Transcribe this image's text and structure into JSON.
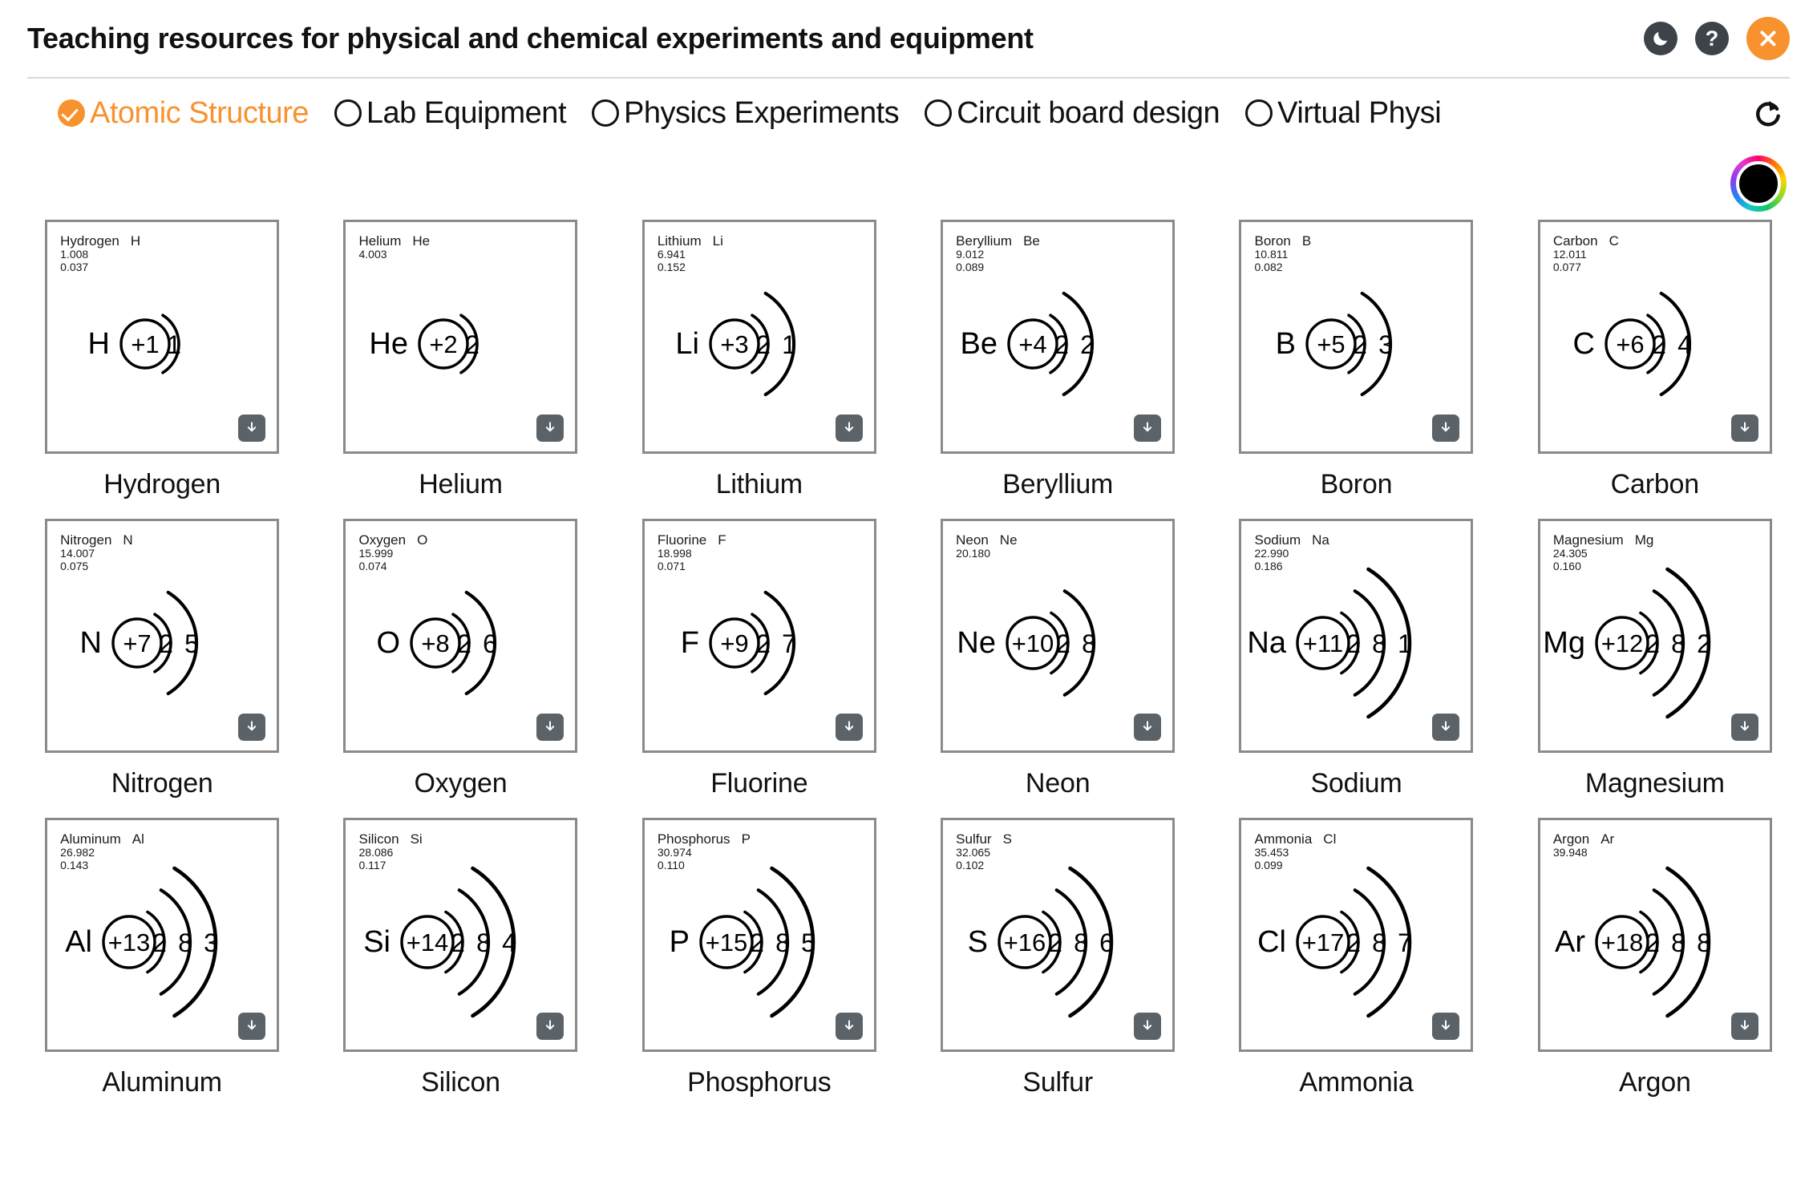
{
  "header": {
    "title": "Teaching resources for physical and chemical experiments and equipment",
    "dark_mode_icon": "moon-icon",
    "help_label": "?",
    "close_icon": "close-icon",
    "accent_color": "#f8922e",
    "icon_bg_color": "#3d4349"
  },
  "tabs": {
    "items": [
      {
        "label": "Atomic Structure",
        "selected": true
      },
      {
        "label": "Lab Equipment",
        "selected": false
      },
      {
        "label": "Physics Experiments",
        "selected": false
      },
      {
        "label": "Circuit board design",
        "selected": false
      },
      {
        "label": "Virtual Physi",
        "selected": false
      }
    ],
    "refresh_icon": "refresh-icon"
  },
  "toolbar": {
    "color_wheel_icon": "color-wheel-icon",
    "selected_color": "#000000"
  },
  "grid": {
    "download_icon": "download-icon",
    "cards": [
      {
        "name": "Hydrogen",
        "symbol": "H",
        "mass": "1.008",
        "radius": "0.037",
        "charge": "+1",
        "shells": [
          "1"
        ],
        "caption": "Hydrogen"
      },
      {
        "name": "Helium",
        "symbol": "He",
        "mass": "4.003",
        "radius": "",
        "charge": "+2",
        "shells": [
          "2"
        ],
        "caption": "Helium"
      },
      {
        "name": "Lithium",
        "symbol": "Li",
        "mass": "6.941",
        "radius": "0.152",
        "charge": "+3",
        "shells": [
          "2",
          "1"
        ],
        "caption": "Lithium"
      },
      {
        "name": "Beryllium",
        "symbol": "Be",
        "mass": "9.012",
        "radius": "0.089",
        "charge": "+4",
        "shells": [
          "2",
          "2"
        ],
        "caption": "Beryllium"
      },
      {
        "name": "Boron",
        "symbol": "B",
        "mass": "10.811",
        "radius": "0.082",
        "charge": "+5",
        "shells": [
          "2",
          "3"
        ],
        "caption": "Boron"
      },
      {
        "name": "Carbon",
        "symbol": "C",
        "mass": "12.011",
        "radius": "0.077",
        "charge": "+6",
        "shells": [
          "2",
          "4"
        ],
        "caption": "Carbon"
      },
      {
        "name": "Nitrogen",
        "symbol": "N",
        "mass": "14.007",
        "radius": "0.075",
        "charge": "+7",
        "shells": [
          "2",
          "5"
        ],
        "caption": "Nitrogen"
      },
      {
        "name": "Oxygen",
        "symbol": "O",
        "mass": "15.999",
        "radius": "0.074",
        "charge": "+8",
        "shells": [
          "2",
          "6"
        ],
        "caption": "Oxygen"
      },
      {
        "name": "Fluorine",
        "symbol": "F",
        "mass": "18.998",
        "radius": "0.071",
        "charge": "+9",
        "shells": [
          "2",
          "7"
        ],
        "caption": "Fluorine"
      },
      {
        "name": "Neon",
        "symbol": "Ne",
        "mass": "20.180",
        "radius": "",
        "charge": "+10",
        "shells": [
          "2",
          "8"
        ],
        "caption": "Neon"
      },
      {
        "name": "Sodium",
        "symbol": "Na",
        "mass": "22.990",
        "radius": "0.186",
        "charge": "+11",
        "shells": [
          "2",
          "8",
          "1"
        ],
        "caption": "Sodium"
      },
      {
        "name": "Magnesium",
        "symbol": "Mg",
        "mass": "24.305",
        "radius": "0.160",
        "charge": "+12",
        "shells": [
          "2",
          "8",
          "2"
        ],
        "caption": "Magnesium"
      },
      {
        "name": "Aluminum",
        "symbol": "Al",
        "mass": "26.982",
        "radius": "0.143",
        "charge": "+13",
        "shells": [
          "2",
          "8",
          "3"
        ],
        "caption": "Aluminum"
      },
      {
        "name": "Silicon",
        "symbol": "Si",
        "mass": "28.086",
        "radius": "0.117",
        "charge": "+14",
        "shells": [
          "2",
          "8",
          "4"
        ],
        "caption": "Silicon"
      },
      {
        "name": "Phosphorus",
        "symbol": "P",
        "mass": "30.974",
        "radius": "0.110",
        "charge": "+15",
        "shells": [
          "2",
          "8",
          "5"
        ],
        "caption": "Phosphorus"
      },
      {
        "name": "Sulfur",
        "symbol": "S",
        "mass": "32.065",
        "radius": "0.102",
        "charge": "+16",
        "shells": [
          "2",
          "8",
          "6"
        ],
        "caption": "Sulfur"
      },
      {
        "name": "Ammonia",
        "symbol": "Cl",
        "mass": "35.453",
        "radius": "0.099",
        "charge": "+17",
        "shells": [
          "2",
          "8",
          "7"
        ],
        "caption": "Ammonia"
      },
      {
        "name": "Argon",
        "symbol": "Ar",
        "mass": "39.948",
        "radius": "",
        "charge": "+18",
        "shells": [
          "2",
          "8",
          "8"
        ],
        "caption": "Argon"
      }
    ]
  }
}
